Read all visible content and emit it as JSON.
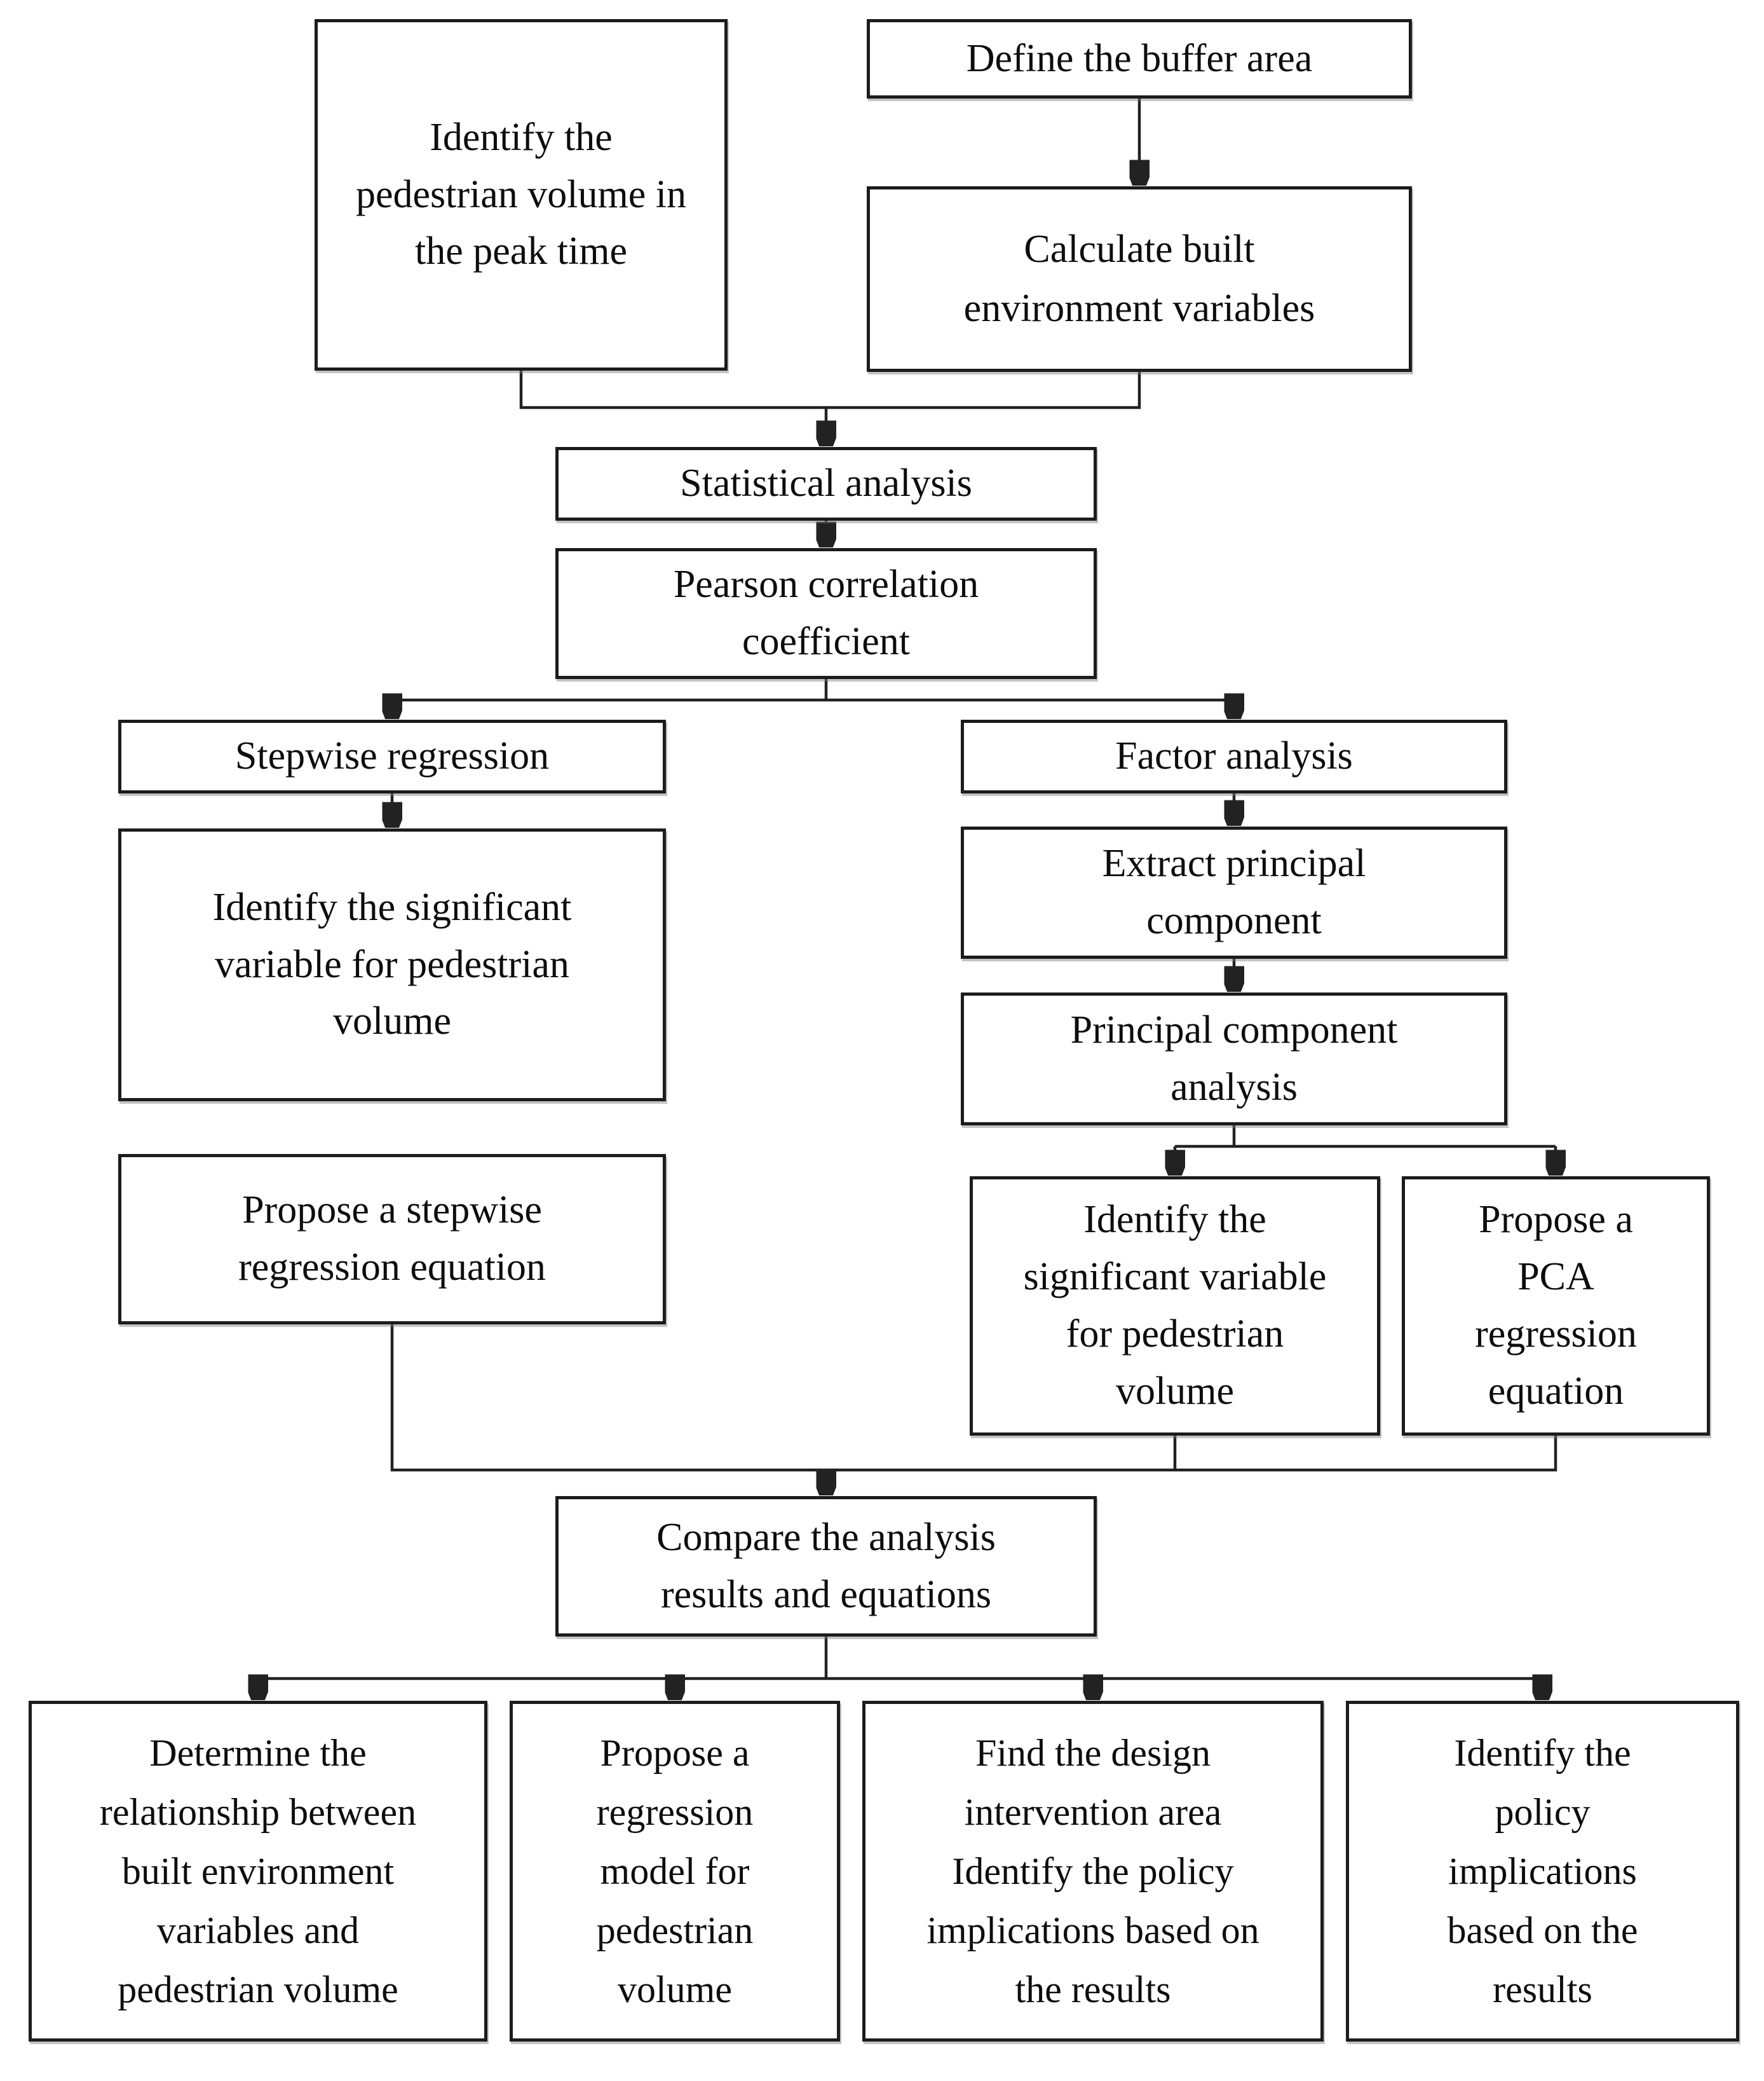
{
  "diagram": {
    "type": "flowchart",
    "colors": {
      "background": "#ffffff",
      "box_border": "#1c1c1c",
      "line": "#222222",
      "text": "#0d0d0d"
    },
    "nodes": {
      "identify_peak": {
        "label": "Identify the\npedestrian volume in\nthe peak time"
      },
      "define_buffer": {
        "label": "Define the buffer area"
      },
      "calc_built": {
        "label": "Calculate built\nenvironment variables"
      },
      "statistical": {
        "label": "Statistical analysis"
      },
      "pearson": {
        "label": "Pearson correlation\ncoefficient"
      },
      "stepwise": {
        "label": "Stepwise regression"
      },
      "factor": {
        "label": "Factor analysis"
      },
      "identify_sig_left": {
        "label": "Identify the significant\nvariable for pedestrian\nvolume"
      },
      "extract_pc": {
        "label": "Extract principal\ncomponent"
      },
      "pca": {
        "label": "Principal component\nanalysis"
      },
      "propose_stepwise": {
        "label": "Propose a stepwise\nregression equation"
      },
      "identify_sig_right": {
        "label": "Identify the\nsignificant variable\nfor pedestrian\nvolume"
      },
      "propose_pca": {
        "label": "Propose a\nPCA\nregression\nequation"
      },
      "compare": {
        "label": "Compare the analysis\nresults and equations"
      },
      "determine_rel": {
        "label": "Determine the\nrelationship between\nbuilt environment\nvariables and\npedestrian volume"
      },
      "propose_model": {
        "label": "Propose a\nregression\nmodel for\npedestrian\nvolume"
      },
      "find_design": {
        "label": "Find the design\nintervention area\nIdentify the policy\nimplications based on\nthe results"
      },
      "identify_policy": {
        "label": "Identify the\npolicy\nimplications\nbased on the\nresults"
      }
    },
    "edges": [
      {
        "from": "identify_peak",
        "to": "statistical"
      },
      {
        "from": "define_buffer",
        "to": "calc_built"
      },
      {
        "from": "calc_built",
        "to": "statistical"
      },
      {
        "from": "statistical",
        "to": "pearson"
      },
      {
        "from": "pearson",
        "to": "stepwise"
      },
      {
        "from": "pearson",
        "to": "factor"
      },
      {
        "from": "stepwise",
        "to": "identify_sig_left"
      },
      {
        "from": "identify_sig_left",
        "to": "propose_stepwise"
      },
      {
        "from": "factor",
        "to": "extract_pc"
      },
      {
        "from": "extract_pc",
        "to": "pca"
      },
      {
        "from": "pca",
        "to": "identify_sig_right"
      },
      {
        "from": "pca",
        "to": "propose_pca"
      },
      {
        "from": "propose_stepwise",
        "to": "compare"
      },
      {
        "from": "identify_sig_right",
        "to": "compare"
      },
      {
        "from": "propose_pca",
        "to": "compare"
      },
      {
        "from": "compare",
        "to": "determine_rel"
      },
      {
        "from": "compare",
        "to": "propose_model"
      },
      {
        "from": "compare",
        "to": "find_design"
      },
      {
        "from": "compare",
        "to": "identify_policy"
      }
    ]
  }
}
